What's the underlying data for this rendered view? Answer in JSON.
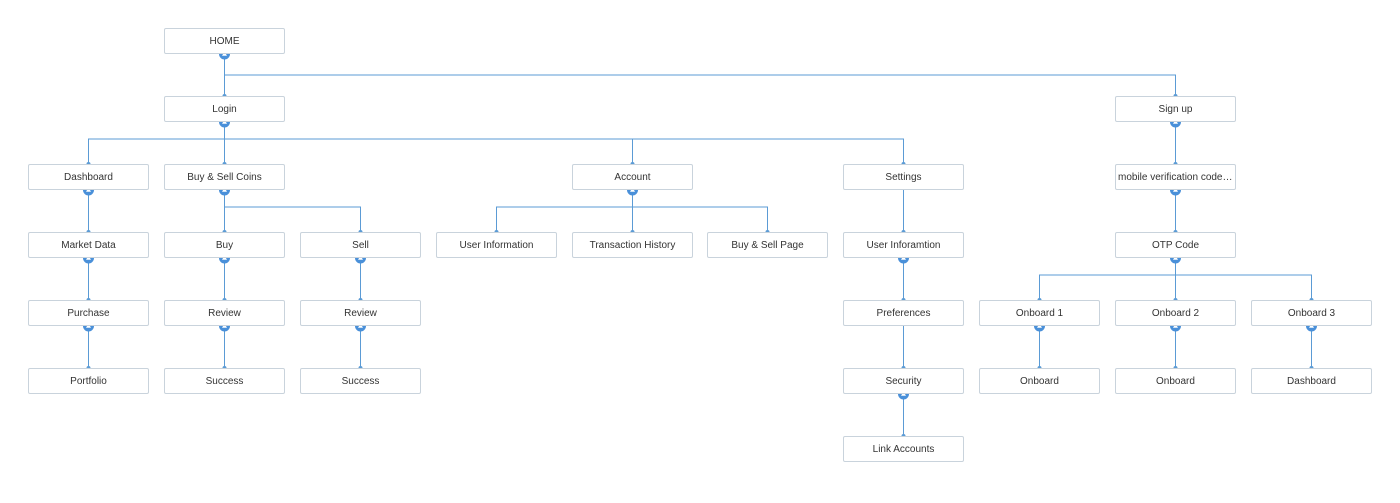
{
  "colors": {
    "link": "#5b9bd5",
    "toggle": "#4a90d9",
    "node_border": "#c9d3dc",
    "text": "#333333"
  },
  "nodes": {
    "home": {
      "label": "HOME",
      "parent": null,
      "collapse": true
    },
    "login": {
      "label": "Login",
      "parent": "home",
      "collapse": true
    },
    "signup": {
      "label": "Sign up",
      "parent": "home",
      "collapse": true
    },
    "dashboard": {
      "label": "Dashboard",
      "parent": "login",
      "collapse": true
    },
    "buysell": {
      "label": "Buy & Sell Coins",
      "parent": "login",
      "collapse": true
    },
    "account": {
      "label": "Account",
      "parent": "login",
      "collapse": true
    },
    "settings": {
      "label": "Settings",
      "parent": "login",
      "collapse": false
    },
    "mobile": {
      "label": "mobile verification code sen...",
      "parent": "signup",
      "collapse": true
    },
    "marketdata": {
      "label": "Market Data",
      "parent": "dashboard",
      "collapse": true
    },
    "buy": {
      "label": "Buy",
      "parent": "buysell",
      "collapse": true
    },
    "sell": {
      "label": "Sell",
      "parent": "buysell",
      "collapse": true
    },
    "userinfo": {
      "label": "User Information",
      "parent": "account",
      "collapse": false
    },
    "txhistory": {
      "label": "Transaction History",
      "parent": "account",
      "collapse": false
    },
    "buysellpage": {
      "label": "Buy & Sell Page",
      "parent": "account",
      "collapse": false
    },
    "userinfoamtion": {
      "label": "User Inforamtion",
      "parent": "settings",
      "collapse": true
    },
    "otp": {
      "label": "OTP Code",
      "parent": "mobile",
      "collapse": true
    },
    "purchase": {
      "label": "Purchase",
      "parent": "marketdata",
      "collapse": true
    },
    "review1": {
      "label": "Review",
      "parent": "buy",
      "collapse": true
    },
    "review2": {
      "label": "Review",
      "parent": "sell",
      "collapse": true
    },
    "preferences": {
      "label": "Preferences",
      "parent": "userinfoamtion",
      "collapse": false
    },
    "onboard1": {
      "label": "Onboard 1",
      "parent": "otp",
      "collapse": true
    },
    "onboard2": {
      "label": "Onboard 2",
      "parent": "otp",
      "collapse": true
    },
    "onboard3": {
      "label": "Onboard 3",
      "parent": "otp",
      "collapse": true
    },
    "portfolio": {
      "label": "Portfolio",
      "parent": "purchase",
      "collapse": false
    },
    "success1": {
      "label": "Success",
      "parent": "review1",
      "collapse": false
    },
    "success2": {
      "label": "Success",
      "parent": "review2",
      "collapse": false
    },
    "security": {
      "label": "Security",
      "parent": "preferences",
      "collapse": true
    },
    "onboardA": {
      "label": "Onboard",
      "parent": "onboard1",
      "collapse": false
    },
    "onboardB": {
      "label": "Onboard",
      "parent": "onboard2",
      "collapse": false
    },
    "dashboard2": {
      "label": "Dashboard",
      "parent": "onboard3",
      "collapse": false
    },
    "linkaccounts": {
      "label": "Link Accounts",
      "parent": "security",
      "collapse": false
    }
  }
}
